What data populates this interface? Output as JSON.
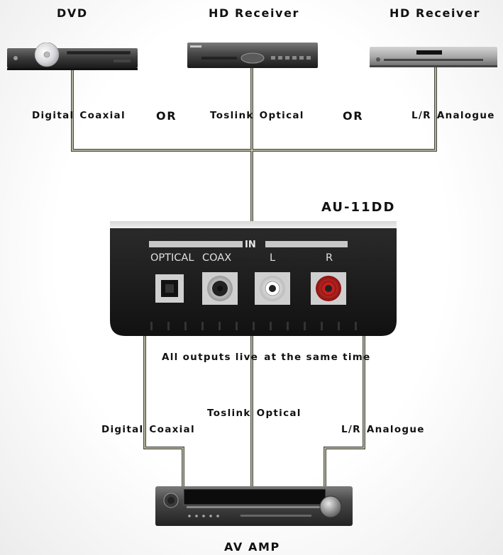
{
  "sources": [
    {
      "name": "DVD",
      "connection": "Digital Coaxial",
      "conn_a": "Digital",
      "conn_b": "Coaxial"
    },
    {
      "name": "HD Receiver",
      "connection": "Toslink Optical",
      "conn_a": "Toslink",
      "conn_b": "Optical"
    },
    {
      "name": "HD Receiver",
      "connection": "L/R Analogue",
      "conn_a": "L/R",
      "conn_b": "Analogue"
    }
  ],
  "or_label": "OR",
  "device": {
    "model": "AU-11DD",
    "panel_in": "IN",
    "ports": [
      "OPTICAL",
      "COAX",
      "L",
      "R"
    ]
  },
  "outputs_note_a": "All outputs live",
  "outputs_note_b": "at the same time",
  "outputs": [
    {
      "conn_a": "Digital",
      "conn_b": "Coaxial"
    },
    {
      "conn_a": "Toslink",
      "conn_b": "Optical"
    },
    {
      "conn_a": "L/R",
      "conn_b": "Analogue"
    }
  ],
  "sink": {
    "name": "AV AMP"
  },
  "colors": {
    "wire": "#a0a090",
    "wire_edge": "#4a4a40",
    "device_body": "#1a1a1a",
    "rca_red": "#c0201f"
  }
}
